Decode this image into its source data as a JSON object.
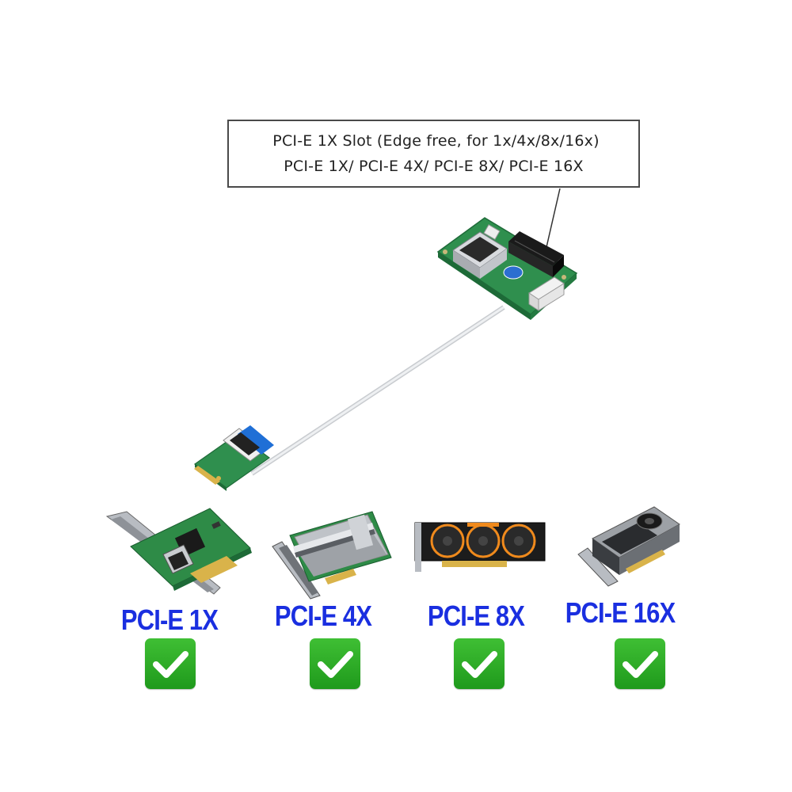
{
  "callout": {
    "line1": "PCI-E 1X Slot (Edge free, for 1x/4x/8x/16x)",
    "line2": "PCI-E 1X/ PCI-E 4X/ PCI-E 8X/ PCI-E 16X"
  },
  "cards": [
    {
      "label": "PCI-E 1X",
      "compatible": true
    },
    {
      "label": "PCI-E 4X",
      "compatible": true
    },
    {
      "label": "PCI-E 8X",
      "compatible": true
    },
    {
      "label": "PCI-E 16X",
      "compatible": true
    }
  ],
  "colors": {
    "label_blue": "#1a2fe0",
    "check_green": "#2aab25",
    "pcb_green": "#2f8f4e",
    "slot_black": "#111111"
  },
  "icons": [
    "checkmark-icon"
  ]
}
